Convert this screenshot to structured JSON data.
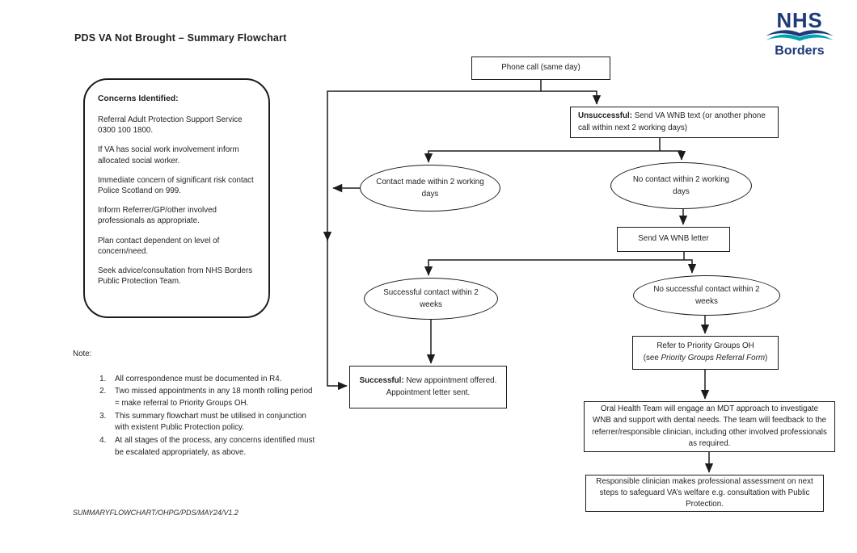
{
  "page": {
    "title": "PDS VA Not Brought – Summary Flowchart",
    "footer": "SUMMARYFLOWCHART/OHPG/PDS/MAY24/V1.2"
  },
  "logo": {
    "org": "NHS",
    "region": "Borders",
    "navy": "#1e3a7a",
    "teal": "#00a3b4"
  },
  "concerns": {
    "heading": "Concerns Identified:",
    "items": [
      "Referral Adult Protection Support Service 0300 100 1800.",
      "If VA has social work involvement inform allocated social worker.",
      "Immediate concern of significant risk contact Police Scotland on 999.",
      "Inform Referrer/GP/other involved professionals as appropriate.",
      "Plan contact dependent on level of concern/need.",
      "Seek advice/consultation from NHS Borders Public Protection Team."
    ]
  },
  "note": {
    "heading": "Note:",
    "items": [
      "All correspondence must be documented in R4.",
      "Two missed appointments in any 18 month rolling period = make referral to Priority Groups OH.",
      "This summary flowchart must be utilised in conjunction with existent Public Protection policy.",
      "At all stages of the process, any concerns identified must be escalated appropriately, as above."
    ]
  },
  "flowchart": {
    "phone_call": "Phone call (same day)",
    "unsuccessful_lead": "Unsuccessful:",
    "unsuccessful_rest": " Send VA WNB text (or another phone call within next 2 working days)",
    "contact_made": "Contact made within 2 working days",
    "no_contact": "No contact within 2 working days",
    "send_letter": "Send VA WNB letter",
    "successful_contact": "Successful contact within 2 weeks",
    "no_successful_contact": "No successful contact within 2 weeks",
    "successful_lead": "Successful:",
    "successful_rest": " New appointment offered. Appointment letter sent.",
    "refer_line1": "Refer to Priority Groups OH",
    "refer_prefix": "(see ",
    "refer_italic": "Priority Groups Referral Form",
    "refer_suffix": ")",
    "oral_health": "Oral Health Team will engage an MDT approach to investigate WNB and support with dental needs. The team will feedback to the referrer/responsible clinician, including other involved professionals as required.",
    "responsible_clinician": "Responsible clinician makes professional assessment on next steps to safeguard VA’s welfare e.g. consultation with Public Protection."
  }
}
